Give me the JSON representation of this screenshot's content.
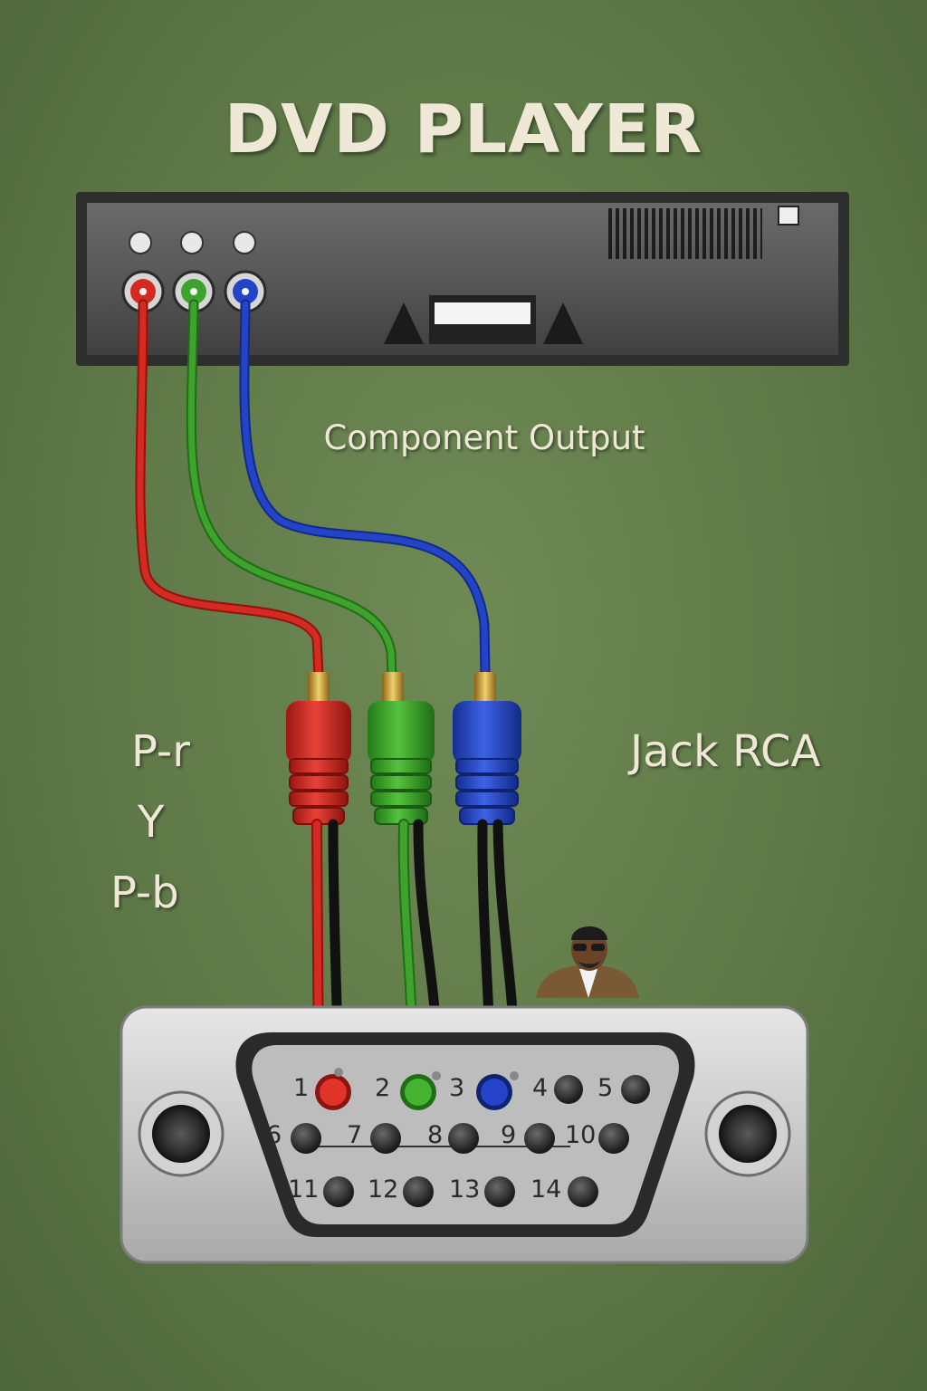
{
  "title": "DVD PLAYER",
  "caption_output": "Component Output",
  "caption_jack": "Jack RCA",
  "signal_labels": [
    "P-r",
    "Y",
    "P-b"
  ],
  "cable_colors": {
    "red": "#d42a22",
    "green": "#3ea32c",
    "blue": "#2344c8"
  },
  "pin_labels": [
    "1",
    "2",
    "3",
    "4",
    "5",
    "6",
    "7",
    "8",
    "9",
    "10",
    "11",
    "12",
    "13",
    "14"
  ],
  "colors": {
    "background": "#5e7847",
    "device_body": "#5a5a5a",
    "text_light": "#efe8d6",
    "plate_metal": "#cfcfcf",
    "gold": "#c99a32"
  }
}
